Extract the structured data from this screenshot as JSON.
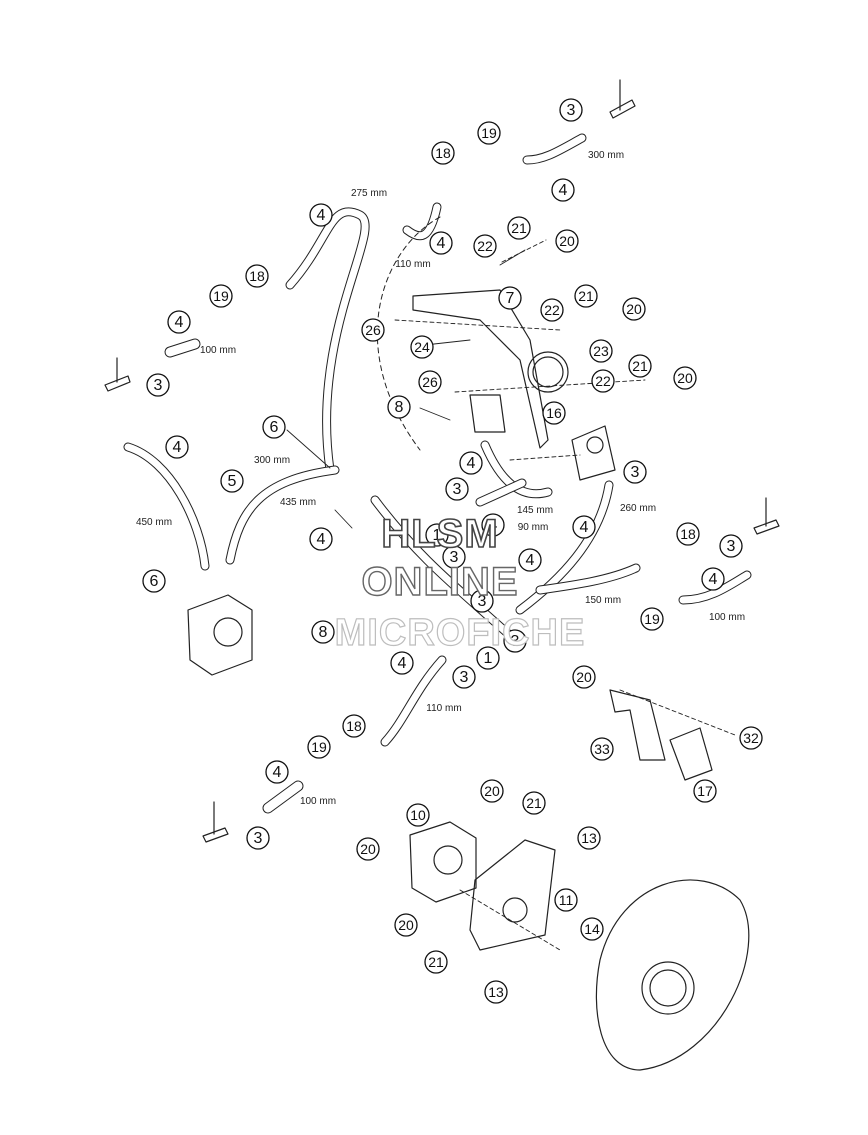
{
  "diagram": {
    "callouts": [
      {
        "id": "c3a",
        "n": "3"
      },
      {
        "id": "c19a",
        "n": "19"
      },
      {
        "id": "c18a",
        "n": "18"
      },
      {
        "id": "c4a",
        "n": "4"
      },
      {
        "id": "c4b",
        "n": "4"
      },
      {
        "id": "c4c",
        "n": "4"
      },
      {
        "id": "c22a",
        "n": "22"
      },
      {
        "id": "c21a",
        "n": "21"
      },
      {
        "id": "c20a",
        "n": "20"
      },
      {
        "id": "c18b",
        "n": "18"
      },
      {
        "id": "c19b",
        "n": "19"
      },
      {
        "id": "c4d",
        "n": "4"
      },
      {
        "id": "c7",
        "n": "7"
      },
      {
        "id": "c22b",
        "n": "22"
      },
      {
        "id": "c21b",
        "n": "21"
      },
      {
        "id": "c20b",
        "n": "20"
      },
      {
        "id": "c26a",
        "n": "26"
      },
      {
        "id": "c24",
        "n": "24"
      },
      {
        "id": "c23",
        "n": "23"
      },
      {
        "id": "c3b",
        "n": "3"
      },
      {
        "id": "c26b",
        "n": "26"
      },
      {
        "id": "c21c",
        "n": "21"
      },
      {
        "id": "c20c",
        "n": "20"
      },
      {
        "id": "c22c",
        "n": "22"
      },
      {
        "id": "c8a",
        "n": "8"
      },
      {
        "id": "c16",
        "n": "16"
      },
      {
        "id": "c4e",
        "n": "4"
      },
      {
        "id": "c6a",
        "n": "6"
      },
      {
        "id": "c4f",
        "n": "4"
      },
      {
        "id": "c5",
        "n": "5"
      },
      {
        "id": "c3c",
        "n": "3"
      },
      {
        "id": "c3d",
        "n": "3"
      },
      {
        "id": "c4g",
        "n": "4"
      },
      {
        "id": "c4h",
        "n": "4"
      },
      {
        "id": "c1a",
        "n": "1"
      },
      {
        "id": "c3e",
        "n": "3"
      },
      {
        "id": "c4i",
        "n": "4"
      },
      {
        "id": "c4j",
        "n": "4"
      },
      {
        "id": "c18c",
        "n": "18"
      },
      {
        "id": "c3f",
        "n": "3"
      },
      {
        "id": "c6b",
        "n": "6"
      },
      {
        "id": "c3g",
        "n": "3"
      },
      {
        "id": "c4k",
        "n": "4"
      },
      {
        "id": "c8b",
        "n": "8"
      },
      {
        "id": "c3h",
        "n": "3"
      },
      {
        "id": "c1b",
        "n": "1"
      },
      {
        "id": "c19c",
        "n": "19"
      },
      {
        "id": "c3i",
        "n": "3"
      },
      {
        "id": "c4l",
        "n": "4"
      },
      {
        "id": "c20d",
        "n": "20"
      },
      {
        "id": "c18d",
        "n": "18"
      },
      {
        "id": "c32",
        "n": "32"
      },
      {
        "id": "c33",
        "n": "33"
      },
      {
        "id": "c19d",
        "n": "19"
      },
      {
        "id": "c17",
        "n": "17"
      },
      {
        "id": "c4m",
        "n": "4"
      },
      {
        "id": "c20e",
        "n": "20"
      },
      {
        "id": "c21d",
        "n": "21"
      },
      {
        "id": "c10",
        "n": "10"
      },
      {
        "id": "c3j",
        "n": "3"
      },
      {
        "id": "c13a",
        "n": "13"
      },
      {
        "id": "c20f",
        "n": "20"
      },
      {
        "id": "c11",
        "n": "11"
      },
      {
        "id": "c20g",
        "n": "20"
      },
      {
        "id": "c14",
        "n": "14"
      },
      {
        "id": "c21e",
        "n": "21"
      },
      {
        "id": "c13b",
        "n": "13"
      }
    ],
    "dimensions": [
      {
        "id": "d300a",
        "text": "300 mm"
      },
      {
        "id": "d275",
        "text": "275 mm"
      },
      {
        "id": "d110a",
        "text": "110 mm"
      },
      {
        "id": "d100a",
        "text": "100 mm"
      },
      {
        "id": "d300b",
        "text": "300 mm"
      },
      {
        "id": "d435",
        "text": "435 mm"
      },
      {
        "id": "d450",
        "text": "450 mm"
      },
      {
        "id": "d145",
        "text": "145 mm"
      },
      {
        "id": "d90",
        "text": "90 mm"
      },
      {
        "id": "d260",
        "text": "260 mm"
      },
      {
        "id": "d150",
        "text": "150 mm"
      },
      {
        "id": "d100b",
        "text": "100 mm"
      },
      {
        "id": "d110b",
        "text": "110 mm"
      },
      {
        "id": "d100c",
        "text": "100 mm"
      }
    ]
  },
  "watermark": {
    "line1": "HLSM",
    "line2": "ONLINE",
    "line3": "MICROFICHE"
  }
}
